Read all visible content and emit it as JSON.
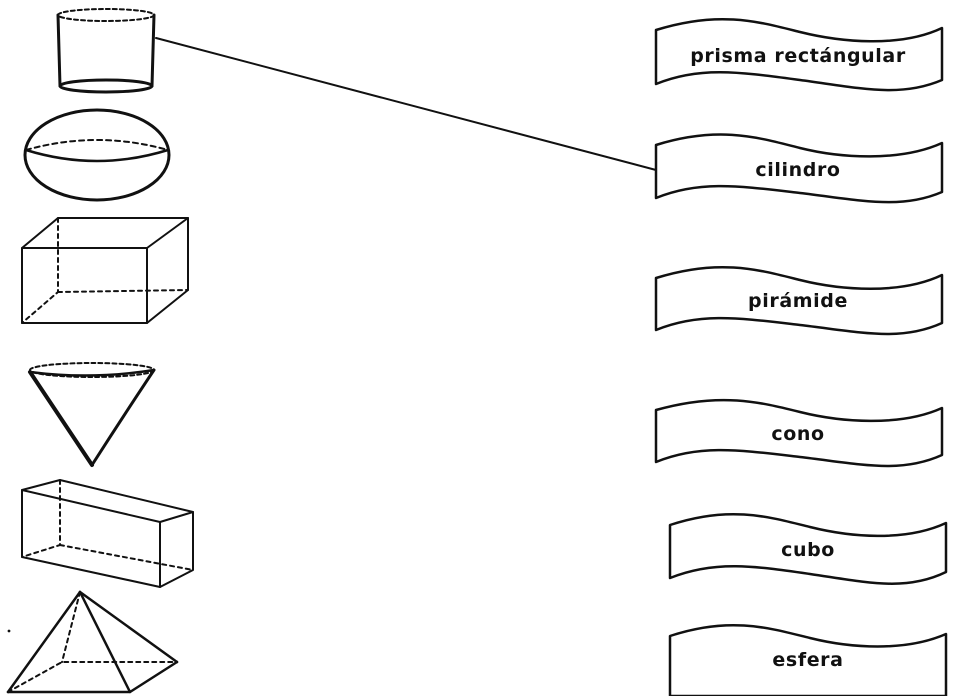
{
  "labels": {
    "prisma_rectangular": "prisma rectángular",
    "cilindro": "cilindro",
    "piramide": "pirámide",
    "cono": "cono",
    "cubo": "cubo",
    "esfera": "esfera"
  },
  "shapes": [
    {
      "id": "cylinder",
      "icon": "cylinder-icon"
    },
    {
      "id": "sphere",
      "icon": "sphere-icon"
    },
    {
      "id": "cube",
      "icon": "cube-icon"
    },
    {
      "id": "cone",
      "icon": "cone-icon"
    },
    {
      "id": "rectangular-prism",
      "icon": "rectangular-prism-icon"
    },
    {
      "id": "pyramid",
      "icon": "pyramid-icon"
    }
  ],
  "connections": [
    {
      "from": "cylinder",
      "to": "cilindro"
    }
  ],
  "colors": {
    "stroke": "#111111",
    "background": "#ffffff"
  }
}
